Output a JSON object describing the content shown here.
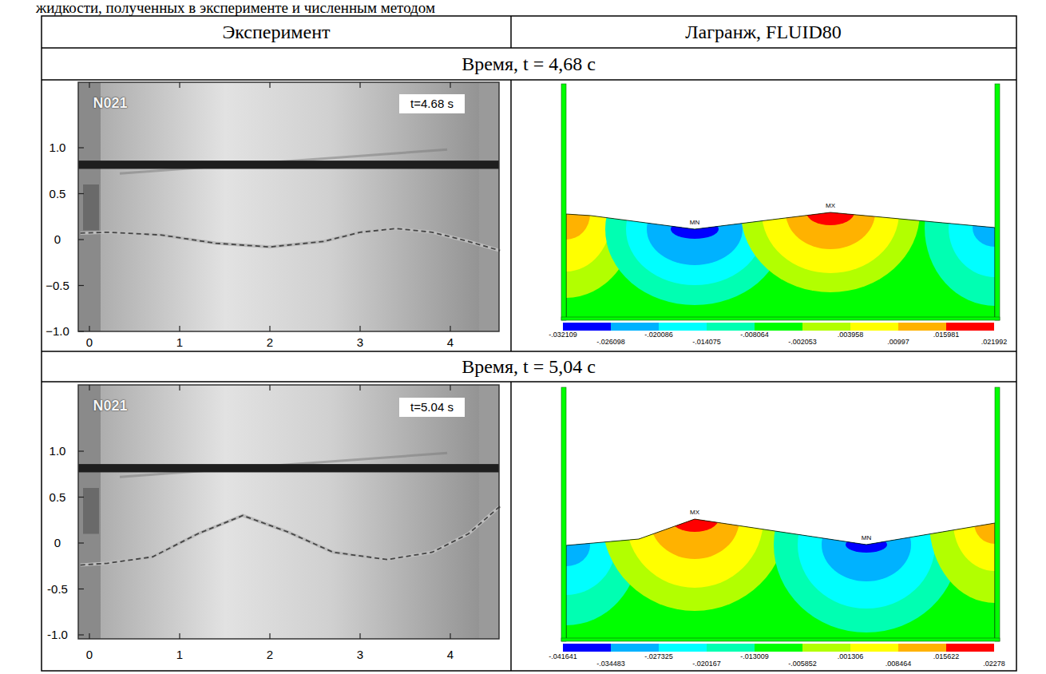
{
  "diagram": {
    "labels": [
      "жидкости, полученных в эксперименте и численным методом",
      "Эксперимент",
      "Лагранж, FLUID80",
      "Время, t = 4,68 с",
      "N021",
      "t=4.68 s",
      "1.0",
      "0.5",
      "0",
      "−0.5",
      "−1.0",
      "0",
      "1",
      "2",
      "3",
      "4",
      "MN",
      "MX",
      "-.032109",
      "-.026098",
      "-.020086",
      "-.014075",
      "-.008064",
      "-.002053",
      ".003958",
      ".00997",
      ".015981",
      ".021992",
      "Время, t = 5,04 с",
      "N021",
      "t=5.04 s",
      "1.0",
      "0.5",
      "0",
      "-0.5",
      "-1.0",
      "0",
      "1",
      "2",
      "3",
      "4",
      "MX",
      "MN",
      "-.041641",
      "-.034483",
      "-.027325",
      "-.020167",
      "-.013009",
      "-.005852",
      ".001306",
      ".008464",
      ".015622",
      ".02278"
    ]
  }
}
